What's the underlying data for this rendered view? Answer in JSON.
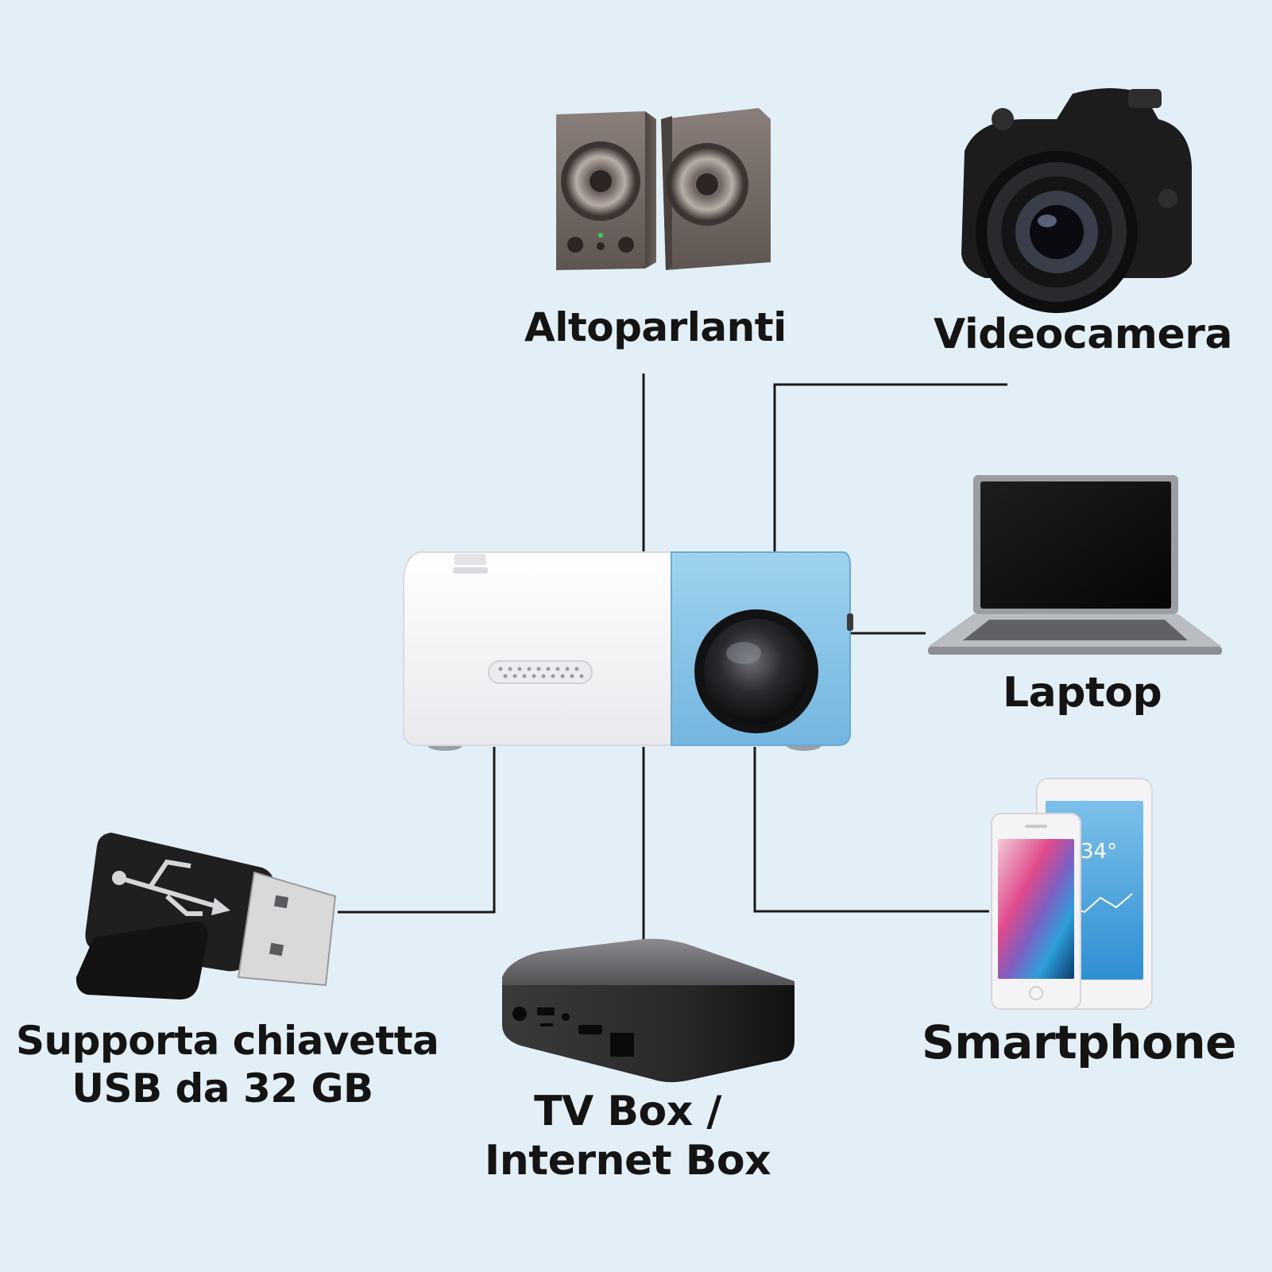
{
  "diagram": {
    "center_device": "projector",
    "connections": [
      {
        "id": "speakers",
        "label": "Altoparlanti",
        "icon": "speakers-icon"
      },
      {
        "id": "camera",
        "label": "Videocamera",
        "icon": "camera-icon"
      },
      {
        "id": "laptop",
        "label": "Laptop",
        "icon": "laptop-icon"
      },
      {
        "id": "smartphone",
        "label": "Smartphone",
        "icon": "smartphone-icon"
      },
      {
        "id": "tvbox",
        "label_line1": "TV Box /",
        "label_line2": "Internet Box",
        "icon": "tv-box-icon"
      },
      {
        "id": "usb",
        "label_line1": "Supporta chiavetta",
        "label_line2": "USB da 32 GB",
        "icon": "usb-stick-icon"
      }
    ]
  },
  "colors": {
    "background": "#e3eff6",
    "line": "#1a1a1a",
    "projector_white": "#f6f6f8",
    "projector_blue": "#86c3e6",
    "device_dark": "#2a2a2c"
  }
}
